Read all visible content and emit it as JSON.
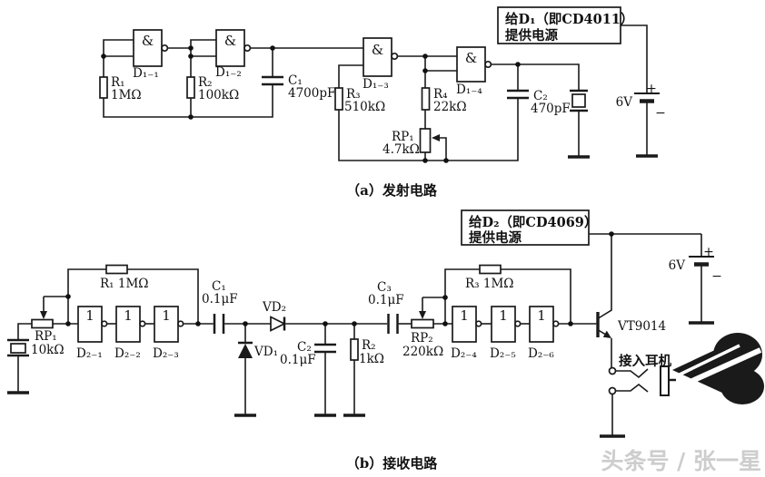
{
  "figure": {
    "caption_a": "（a）发射电路",
    "caption_b": "（b）接收电路",
    "watermark": "头条号 / 张一星"
  },
  "tx": {
    "power_note": {
      "line1": "给D₁（即CD4011）",
      "line2": "提供电源"
    },
    "battery": {
      "voltage": "6V",
      "plus": "+",
      "minus": "−"
    },
    "nand_symbol": "&",
    "gates": {
      "g1": "D₁₋₁",
      "g2": "D₁₋₂",
      "g3": "D₁₋₃",
      "g4": "D₁₋₄"
    },
    "r1": {
      "name": "R₁",
      "value": "1MΩ"
    },
    "r2": {
      "name": "R₂",
      "value": "100kΩ"
    },
    "r3": {
      "name": "R₃",
      "value": "510kΩ"
    },
    "r4": {
      "name": "R₄",
      "value": "22kΩ"
    },
    "rp1": {
      "name": "RP₁",
      "value": "4.7kΩ"
    },
    "c1": {
      "name": "C₁",
      "value": "4700pF"
    },
    "c2": {
      "name": "C₂",
      "value": "470pF"
    }
  },
  "rx": {
    "power_note": {
      "line1": "给D₂（即CD4069）",
      "line2": "提供电源"
    },
    "battery": {
      "voltage": "6V",
      "plus": "+",
      "minus": "−"
    },
    "inv_symbol": "1",
    "gates": {
      "g1": "D₂₋₁",
      "g2": "D₂₋₂",
      "g3": "D₂₋₃",
      "g4": "D₂₋₄",
      "g5": "D₂₋₅",
      "g6": "D₂₋₆"
    },
    "r1": {
      "name": "R₁ 1MΩ"
    },
    "r2": {
      "name": "R₂",
      "value": "1kΩ"
    },
    "r3": {
      "name": "R₃ 1MΩ"
    },
    "rp1": {
      "name": "RP₁",
      "value": "10kΩ"
    },
    "rp2": {
      "name": "RP₂",
      "value": "220kΩ"
    },
    "c1": {
      "name": "C₁",
      "value": "0.1μF"
    },
    "c2": {
      "name": "C₂",
      "value": "0.1μF"
    },
    "c3": {
      "name": "C₃",
      "value": "0.1μF"
    },
    "vd1": {
      "name": "VD₁"
    },
    "vd2": {
      "name": "VD₂"
    },
    "transistor": "VT9014",
    "jack_label": "接入耳机"
  }
}
